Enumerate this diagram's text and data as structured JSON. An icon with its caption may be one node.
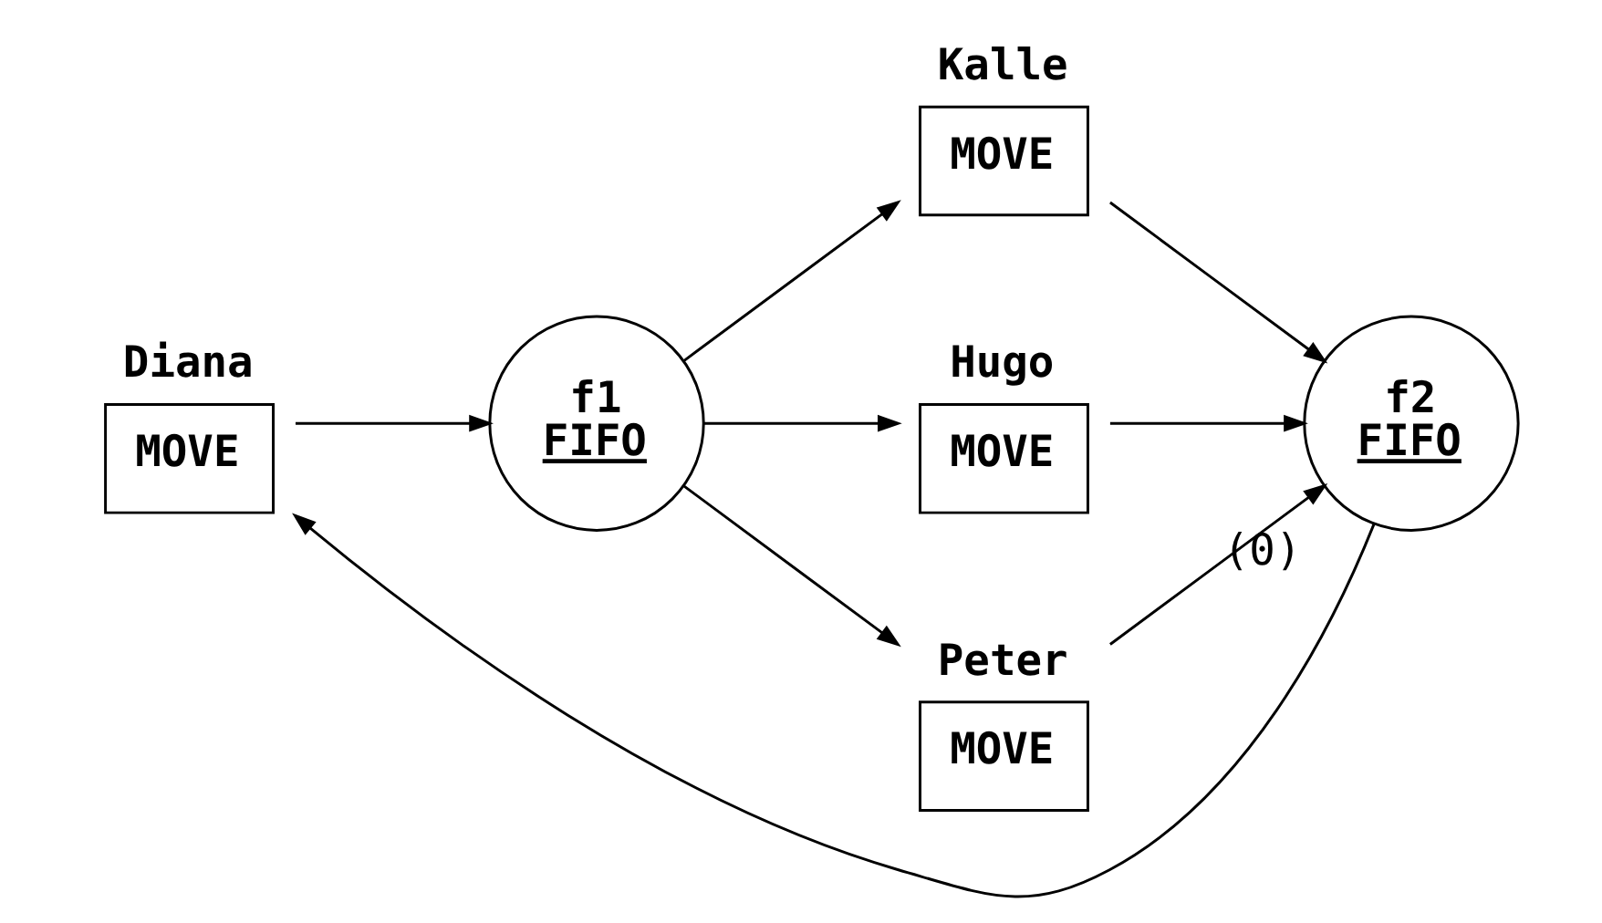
{
  "diagram": {
    "nodes": [
      {
        "text": [
          "Diana",
          "MOVE"
        ]
      },
      {
        "text": [
          "f1",
          "FIFO"
        ]
      },
      {
        "text": [
          "Kalle",
          "MOVE"
        ]
      },
      {
        "text": [
          "Hugo",
          "MOVE"
        ]
      },
      {
        "text": [
          "Peter",
          "MOVE"
        ]
      },
      {
        "text": [
          "f2",
          "FIFO"
        ],
        "beside": [
          "(0)"
        ]
      }
    ],
    "edges": [
      {
        "from": 0,
        "to": 1,
        "arrow": "to"
      },
      {
        "from": 1,
        "to": 2,
        "arrow": "to"
      },
      {
        "from": 1,
        "to": 3,
        "arrow": "to"
      },
      {
        "from": 1,
        "to": 4,
        "arrow": "to"
      },
      {
        "from": 2,
        "to": 5,
        "arrow": "to"
      },
      {
        "from": 3,
        "to": 5,
        "arrow": "to"
      },
      {
        "from": 4,
        "to": 5,
        "arrow": "to"
      },
      {
        "from": 5,
        "to": 0,
        "arrow": "to"
      }
    ]
  }
}
